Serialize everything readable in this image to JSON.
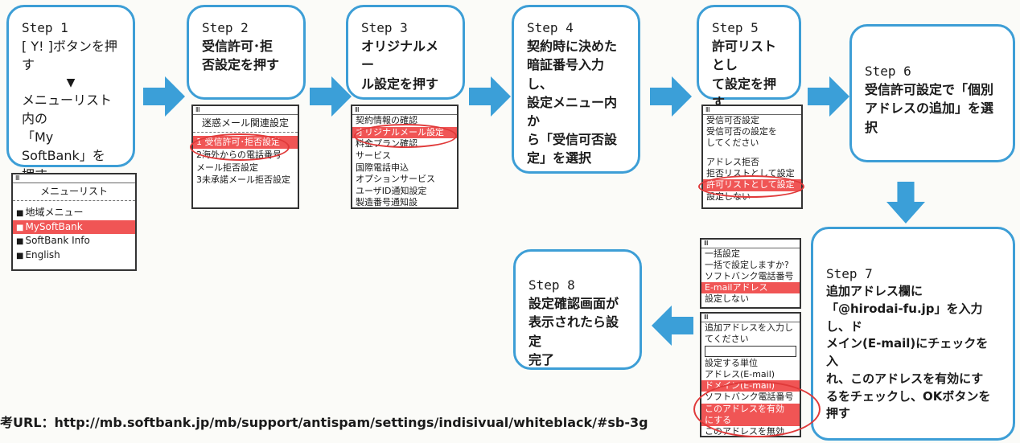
{
  "steps": {
    "s1": {
      "num": "Step  1",
      "text": "[ Y! ]ボタンを押\nす",
      "marker": "▼",
      "text2": "メニューリスト内の\n「My SoftBank」を\n押す"
    },
    "s2": {
      "num": "Step  2",
      "text": "受信許可･拒\n否設定を押す"
    },
    "s3": {
      "num": "Step  3",
      "text": "オリジナルメー\nル設定を押す"
    },
    "s4": {
      "num": "Step  4",
      "text": "契約時に決めた\n暗証番号入力し、\n設定メニュー内か\nら「受信可否設\n定」を選択"
    },
    "s5": {
      "num": "Step  5",
      "text": "許可リストとし\nて設定を押す"
    },
    "s6": {
      "num": "Step  6",
      "text": "受信許可設定で「個別\nアドレスの追加」を選択"
    },
    "s7": {
      "num": "Step  7",
      "text": "追加アドレス欄に\n「@hirodai-fu.jp」を入力し、ド\nメイン(E-mail)にチェックを入\nれ、このアドレスを有効にす\nるをチェックし、OKボタンを\n押す"
    },
    "s8": {
      "num": "Step 8",
      "text": "設定確認画面が\n表示されたら設定\n完了"
    }
  },
  "screens": {
    "menu": {
      "title": "メニューリスト",
      "items": [
        "地域メニュー",
        "MySoftBank",
        "SoftBank Info",
        "English"
      ]
    },
    "s2": {
      "title": "迷惑メール関連設定",
      "items": [
        "1 受信許可･拒否設定",
        "2海外からの電話番号",
        "メール拒否設定",
        "3未承諾メール拒否設定"
      ]
    },
    "s3": {
      "items": [
        "契約情報の確認",
        "オリジナルメール設定",
        "料金プラン確認",
        "サービス",
        "国際電話申込",
        "オプションサービス",
        "ユーザID通知設定",
        "製造番号通知設"
      ]
    },
    "s5": {
      "items": [
        "受信可否設定",
        "受信可否の設定を",
        "してください",
        "",
        "アドレス拒否",
        "拒否リストとして設定",
        "許可リストとして設定",
        "設定しない"
      ]
    },
    "s7a": {
      "items": [
        "一括設定",
        "一括で設定しますか?",
        "ソフトバンク電話番号",
        "E-mailアドレス",
        "設定しない"
      ]
    },
    "s7b": {
      "items": [
        "追加アドレスを入力し",
        "てください",
        "",
        "設定する単位",
        "アドレス(E-mail)",
        "ドメイン(E-mail)",
        "ソフトバンク電話番号",
        "このアドレスを有効",
        "にする",
        "このアドレスを無効"
      ]
    }
  },
  "reference": "考URL：http://mb.softbank.jp/mb/support/antispam/settings/indisivual/whiteblack/#sb-3g"
}
